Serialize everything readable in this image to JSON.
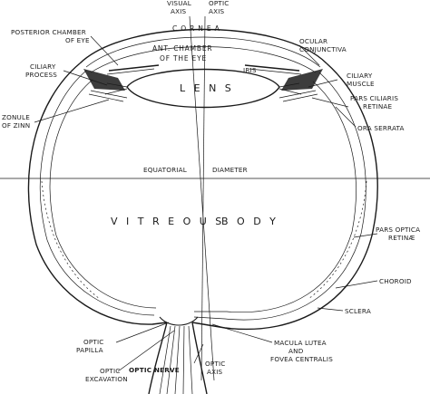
{
  "labels": {
    "visual_axis": [
      "VISUAL",
      "AXIS"
    ],
    "optic_axis_top": [
      "OPTIC",
      "AXIS"
    ],
    "cornea": "C O R N E A",
    "posterior_chamber": [
      "POSTERIOR CHAMBER",
      "OF EYE"
    ],
    "ant_chamber": [
      "ANT. CHAMBER",
      "OF THE EYE"
    ],
    "iris": "IRIS",
    "ocular_conjunctiva": [
      "OCULAR",
      "CONJUNCTIVA"
    ],
    "ciliary_process": [
      "CILIARY",
      "PROCESS"
    ],
    "ciliary_muscle": [
      "CILIARY",
      "MUSCLE"
    ],
    "lens": "L E N S",
    "pars_ciliaris": [
      "PARS CILIARIS",
      "RETINAE"
    ],
    "zonule": [
      "ZONULE",
      "OF ZINN"
    ],
    "ora_serrata": "ORA SERRATA",
    "equatorial": "EQUATORIAL",
    "diameter": "DIAMETER",
    "vitreous": "V I T R E O U S",
    "body": "B O D Y",
    "pars_optica": [
      "PARS OPTICA",
      "RETINÆ"
    ],
    "choroid": "CHOROID",
    "sclera": "SCLERA",
    "optic_papilla": [
      "OPTIC",
      "PAPILLA"
    ],
    "macula": [
      "MACULA LUTEA",
      "AND",
      "FOVEA CENTRALIS"
    ],
    "optic_excavation": [
      "OPTIC",
      "EXCAVATION"
    ],
    "optic_nerve": "OPTIC NERVE",
    "optic_axis_bottom": [
      "OPTIC",
      "AXIS"
    ]
  },
  "colors": {
    "ink": "#1a1a1a",
    "background": "#ffffff"
  }
}
